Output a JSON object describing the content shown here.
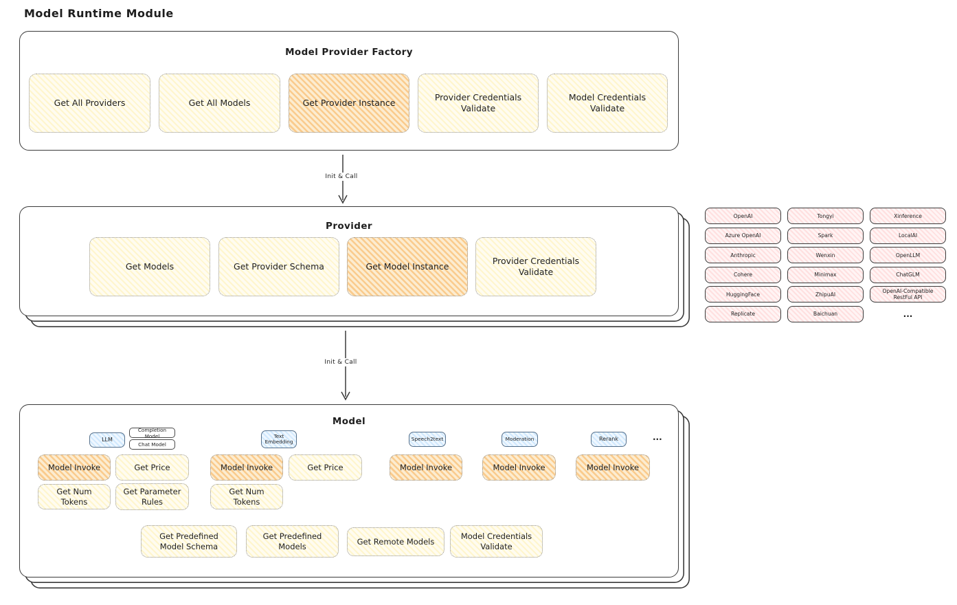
{
  "page_title": "Model Runtime Module",
  "factory": {
    "title": "Model Provider Factory",
    "buttons": [
      {
        "label": "Get All Providers"
      },
      {
        "label": "Get All Models"
      },
      {
        "label": "Get Provider Instance"
      },
      {
        "label": "Provider Credentials Validate"
      },
      {
        "label": "Model Credentials Validate"
      }
    ]
  },
  "arrows": {
    "factory_to_provider": "Init & Call",
    "provider_to_model": "Init & Call"
  },
  "provider": {
    "title": "Provider",
    "buttons": [
      {
        "label": "Get Models"
      },
      {
        "label": "Get Provider Schema"
      },
      {
        "label": "Get Model Instance"
      },
      {
        "label": "Provider Credentials Validate"
      }
    ]
  },
  "providers_list": {
    "items": [
      "OpenAI",
      "Tongyi",
      "Xinference",
      "Azure OpenAI",
      "Spark",
      "LocalAI",
      "Anthropic",
      "Wenxin",
      "OpenLLM",
      "Cohere",
      "Minimax",
      "ChatGLM",
      "HuggingFace",
      "ZhipuAI",
      "OpenAI-Compatible RestFul API",
      "Replicate",
      "Baichuan"
    ],
    "more": "..."
  },
  "model": {
    "title": "Model",
    "tabs": {
      "llm": "LLM",
      "completion": "Completion Model",
      "chat": "Chat Model",
      "text_embedding": "Text Embedding",
      "speech2text": "Speech2text",
      "moderation": "Moderation",
      "rerank": "Rerank",
      "more": "..."
    },
    "llm_buttons": [
      "Model Invoke",
      "Get Price",
      "Get Num Tokens",
      "Get Parameter Rules"
    ],
    "embedding_buttons": [
      "Model Invoke",
      "Get Price",
      "Get Num Tokens"
    ],
    "speech2text_buttons": [
      "Model Invoke"
    ],
    "moderation_buttons": [
      "Model Invoke"
    ],
    "rerank_buttons": [
      "Model Invoke"
    ],
    "common_buttons": [
      "Get Predefined Model Schema",
      "Get Predefined Models",
      "Get Remote Models",
      "Model Credentials Validate"
    ]
  }
}
